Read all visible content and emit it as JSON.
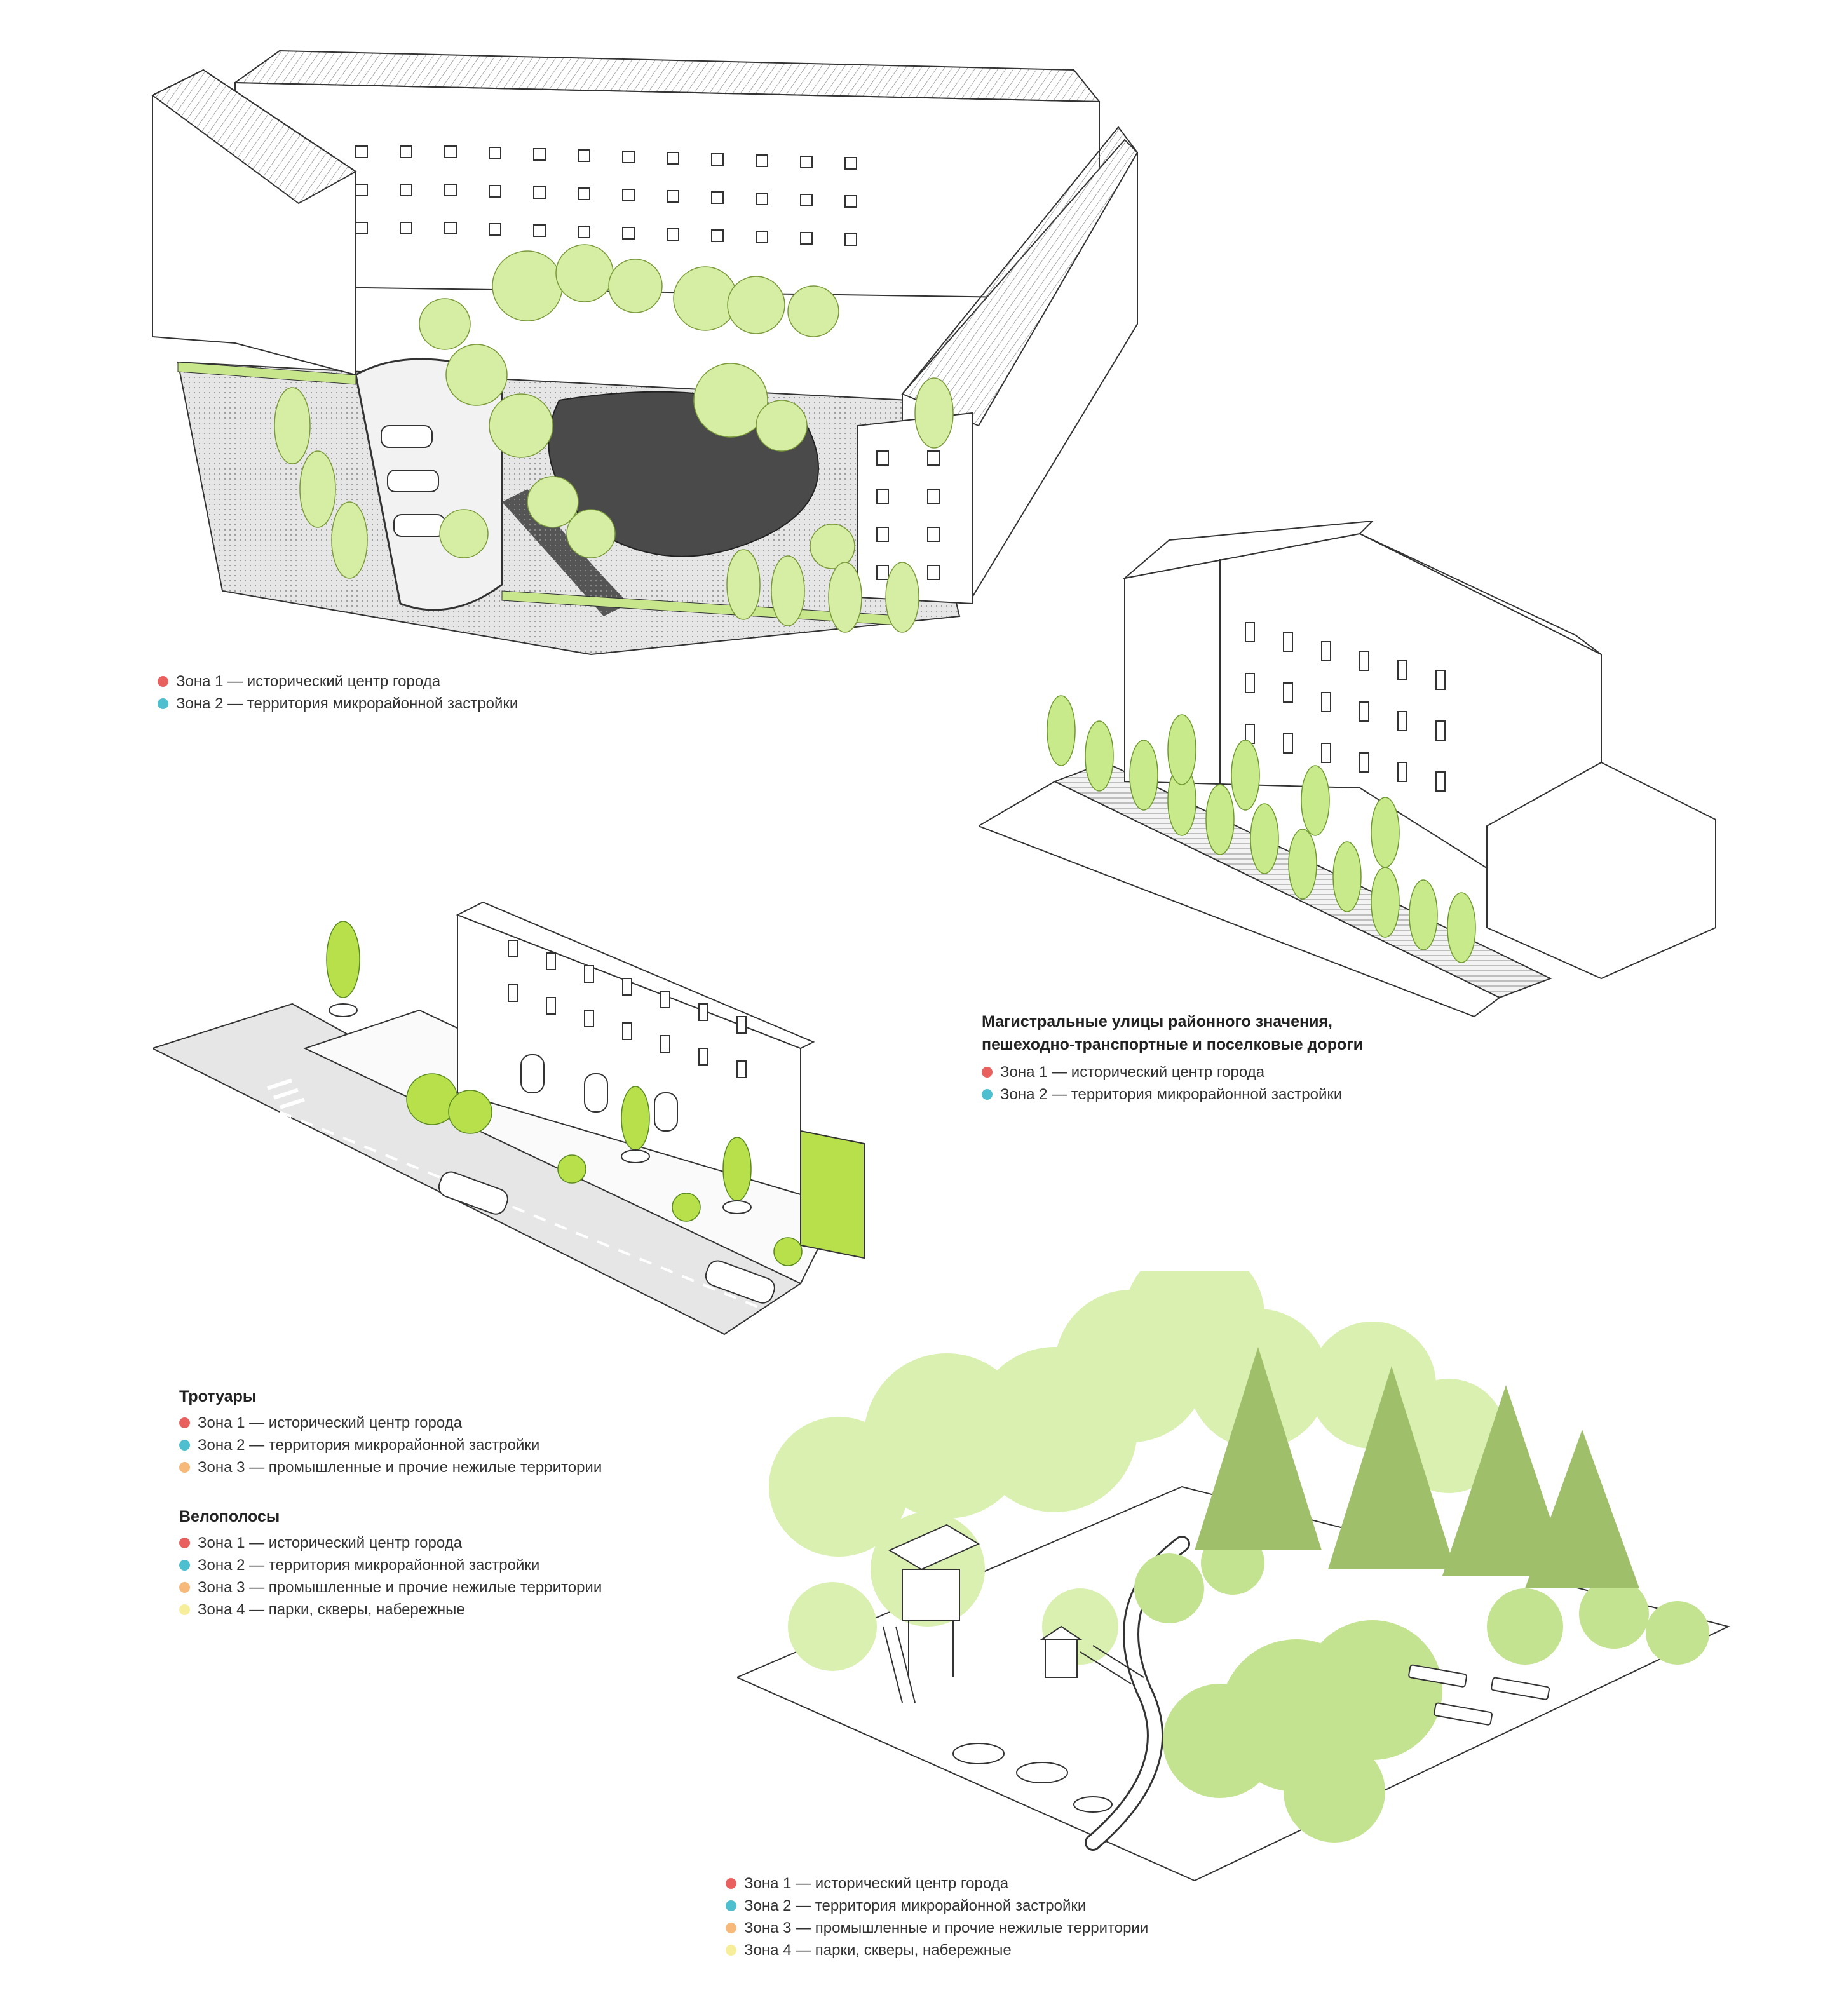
{
  "palette": {
    "zone1": "#e8615f",
    "zone2": "#4dbfcf",
    "zone3": "#f6b97a",
    "zone4": "#f7ee9c",
    "canopy_light": "#d9f0b0",
    "canopy_mid": "#c3e391",
    "conifer": "#9fbf6b",
    "lime": "#b8e04a",
    "asphalt": "#4a4a4a",
    "line": "#333333"
  },
  "legend_courtyard": {
    "items": [
      {
        "color": "#e8615f",
        "label": "Зона 1 — исторический центр города"
      },
      {
        "color": "#4dbfcf",
        "label": "Зона 2 — территория микрорайонной застройки"
      }
    ]
  },
  "legend_streets": {
    "title_line1": "Магистральные улицы районного значения,",
    "title_line2": "пешеходно-транспортные и поселковые дороги",
    "items": [
      {
        "color": "#e8615f",
        "label": "Зона 1 — исторический центр города"
      },
      {
        "color": "#4dbfcf",
        "label": "Зона 2 — территория микрорайонной застройки"
      }
    ]
  },
  "legend_sidewalks": {
    "title": "Тротуары",
    "items": [
      {
        "color": "#e8615f",
        "label": "Зона 1 — исторический центр города"
      },
      {
        "color": "#4dbfcf",
        "label": "Зона 2 — территория микрорайонной застройки"
      },
      {
        "color": "#f6b97a",
        "label": "Зона 3 — промышленные и прочие нежилые территории"
      }
    ]
  },
  "legend_bike": {
    "title": "Велополосы",
    "items": [
      {
        "color": "#e8615f",
        "label": "Зона 1 — исторический центр города"
      },
      {
        "color": "#4dbfcf",
        "label": "Зона 2 — территория микрорайонной застройки"
      },
      {
        "color": "#f6b97a",
        "label": "Зона 3 — промышленные и прочие нежилые территории"
      },
      {
        "color": "#f7ee9c",
        "label": "Зона 4 — парки, скверы, набережные"
      }
    ]
  },
  "legend_park": {
    "items": [
      {
        "color": "#e8615f",
        "label": "Зона 1 — исторический центр города"
      },
      {
        "color": "#4dbfcf",
        "label": "Зона 2 — территория микрорайонной застройки"
      },
      {
        "color": "#f6b97a",
        "label": "Зона 3 — промышленные и прочие нежилые территории"
      },
      {
        "color": "#f7ee9c",
        "label": "Зона 4 — парки, скверы, набережные"
      }
    ]
  }
}
